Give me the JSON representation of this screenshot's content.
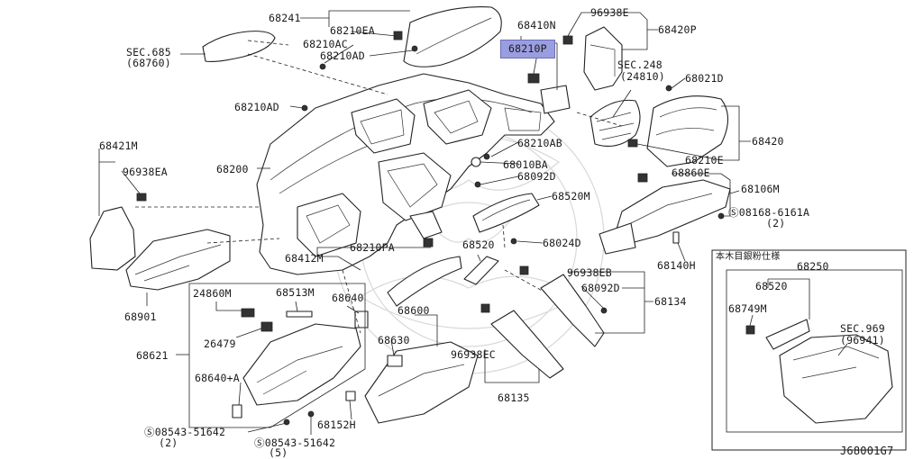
{
  "diagram": {
    "labels": {
      "p68241": "68241",
      "p68210EA": "68210EA",
      "p68210AC": "68210AC",
      "p68210AD_top": "68210AD",
      "sec685": "SEC.685",
      "sec685_sub": "(68760)",
      "p68410N": "68410N",
      "p68210P": "68210P",
      "p96938E": "96938E",
      "p68420P": "68420P",
      "sec248": "SEC.248",
      "sec248_sub": "(24810)",
      "p68021D": "68021D",
      "p68210AD_mid": "68210AD",
      "p68420": "68420",
      "p68210E": "68210E",
      "p68210AB": "68210AB",
      "p68010BA": "68010BA",
      "p68092D_top": "68092D",
      "p68421M": "68421M",
      "p96938EA": "96938EA",
      "p68200": "68200",
      "p68860E": "68860E",
      "p68106M": "68106M",
      "p68520M": "68520M",
      "p08168": "08168-6161A",
      "p08168_qty": "(2)",
      "p68024D": "68024D",
      "p68520": "68520",
      "p68210PA": "68210PA",
      "p68412M": "68412M",
      "p68140H": "68140H",
      "p96938EB": "96938EB",
      "p68092D_low": "68092D",
      "p68134": "68134",
      "p68901": "68901",
      "p24860M": "24860M",
      "p68513M": "68513M",
      "p68640": "68640",
      "p68600": "68600",
      "p26479": "26479",
      "p68621": "68621",
      "p68630": "68630",
      "p96938EC": "96938EC",
      "p68640A": "68640+A",
      "p68135": "68135",
      "p68152H": "68152H",
      "p08543_a": "08543-51642",
      "p08543_a_qty": "(2)",
      "p08543_b": "08543-51642",
      "p08543_b_qty": "(5)",
      "inset_title": "本木目銀粉仕様",
      "inset_68250": "68250",
      "inset_68520": "68520",
      "inset_68749M": "68749M",
      "inset_sec969": "SEC.969",
      "inset_sec969_sub": "(96941)",
      "code": "J68001G7"
    },
    "highlight_color": "#9a9ee0"
  }
}
